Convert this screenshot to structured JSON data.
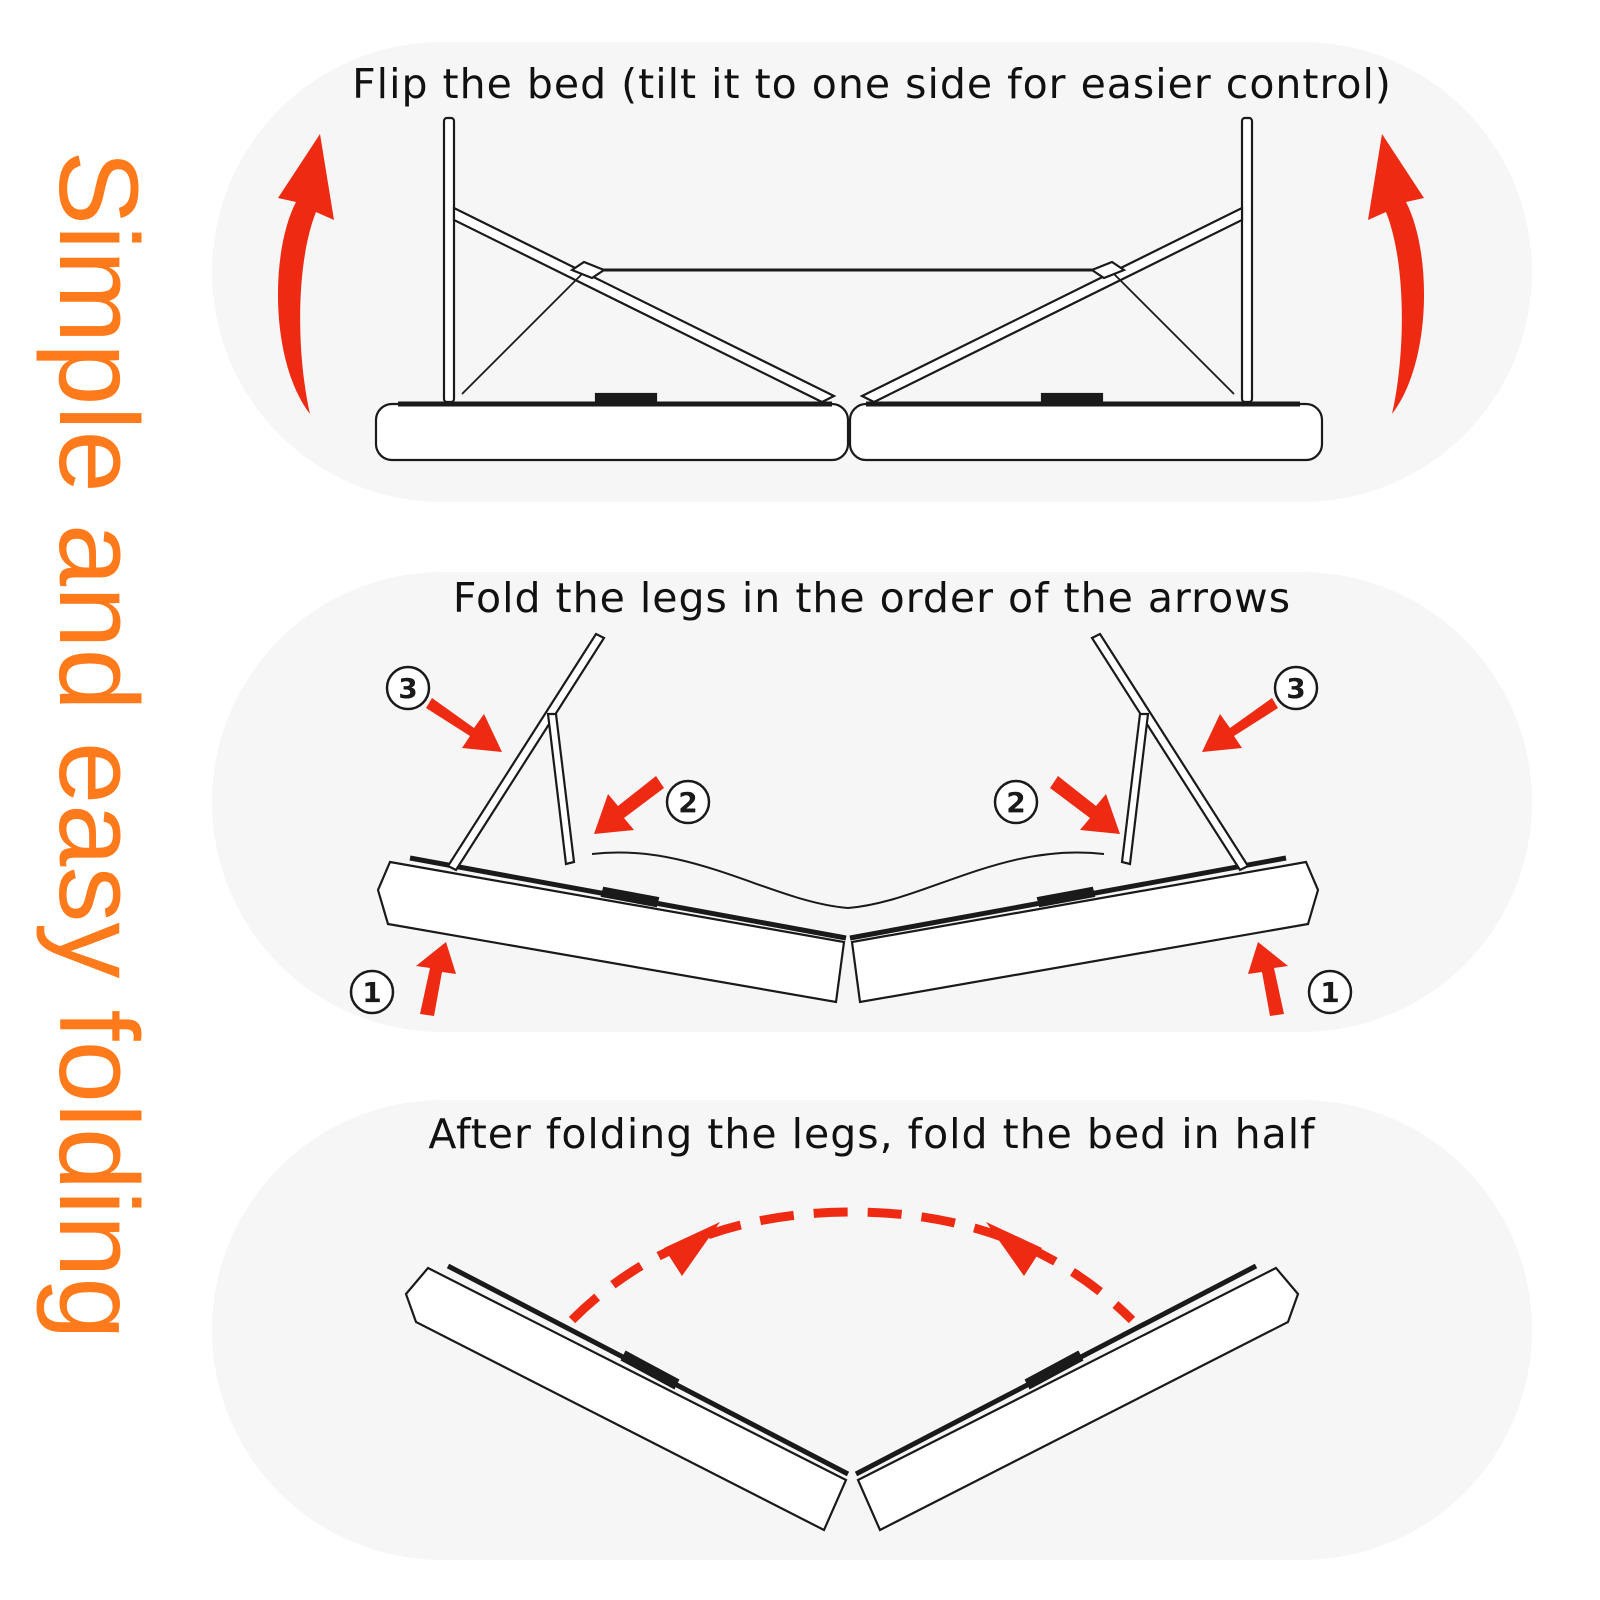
{
  "headline": "Simple and easy folding",
  "colors": {
    "headline": "#ff7a1a",
    "arrow": "#ee2a13",
    "line": "#1a1a1a",
    "panel": "#f6f6f6"
  },
  "steps": [
    {
      "caption": "Flip the bed (tilt it to one side for easier control)",
      "arrow_icon": "curved-up-arrow-icon"
    },
    {
      "caption": "Fold the legs in the order of the arrows",
      "badges": {
        "one": "1",
        "two": "2",
        "three": "3"
      },
      "arrow_icon": "straight-arrow-icon"
    },
    {
      "caption": "After folding the legs, fold the bed in half",
      "arrow_icon": "dashed-arc-arrow-icon"
    }
  ]
}
